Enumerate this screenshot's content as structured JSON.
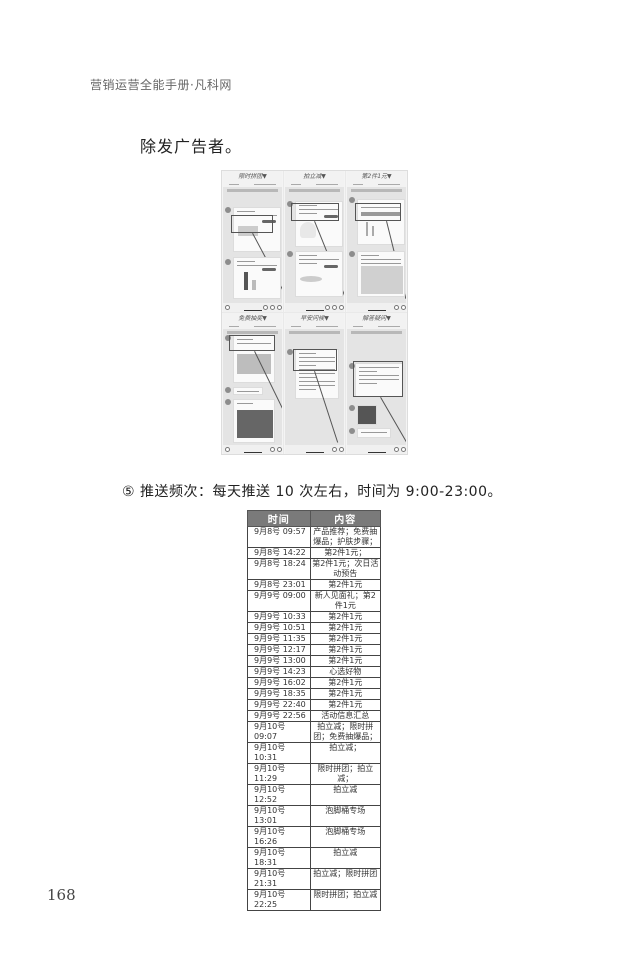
{
  "header": {
    "running_title": "营销运营全能手册·凡科网"
  },
  "body": {
    "paragraph_tail": "除发广告者。",
    "item": "⑤ 推送频次：每天推送 10 次左右，时间为 9:00-23:00。"
  },
  "figure": {
    "panels": [
      {
        "title": "限时拼团▼"
      },
      {
        "title": "拍立减▼"
      },
      {
        "title": "第2件1元▼"
      },
      {
        "title": "免费抽奖▼"
      },
      {
        "title": "早安问候▼"
      },
      {
        "title": "解答疑问▼"
      }
    ]
  },
  "schedule_table": {
    "headers": [
      "时间",
      "内容"
    ],
    "rows": [
      {
        "time": "9月8号 09:57",
        "content": "产品推荐；免费抽爆品；护肤步骤；"
      },
      {
        "time": "9月8号 14:22",
        "content": "第2件1元；"
      },
      {
        "time": "9月8号 18:24",
        "content": "第2件1元；次日活动预告"
      },
      {
        "time": "9月8号 23:01",
        "content": "第2件1元"
      },
      {
        "time": "9月9号 09:00",
        "content": "新人见面礼；第2件1元"
      },
      {
        "time": "9月9号 10:33",
        "content": "第2件1元"
      },
      {
        "time": "9月9号 10:51",
        "content": "第2件1元"
      },
      {
        "time": "9月9号 11:35",
        "content": "第2件1元"
      },
      {
        "time": "9月9号 12:17",
        "content": "第2件1元"
      },
      {
        "time": "9月9号 13:00",
        "content": "第2件1元"
      },
      {
        "time": "9月9号 14:23",
        "content": "心选好物"
      },
      {
        "time": "9月9号 16:02",
        "content": "第2件1元"
      },
      {
        "time": "9月9号 18:35",
        "content": "第2件1元"
      },
      {
        "time": "9月9号 22:40",
        "content": "第2件1元"
      },
      {
        "time": "9月9号 22:56",
        "content": "活动信息汇总"
      },
      {
        "time": "9月10号 09:07",
        "content": "拍立减；限时拼团；免费抽爆品；"
      },
      {
        "time": "9月10号 10:31",
        "content": "拍立减；"
      },
      {
        "time": "9月10号 11:29",
        "content": "限时拼团；拍立减；"
      },
      {
        "time": "9月10号 12:52",
        "content": "拍立减"
      },
      {
        "time": "9月10号 13:01",
        "content": "泡脚桶专场"
      },
      {
        "time": "9月10号 16:26",
        "content": "泡脚桶专场"
      },
      {
        "time": "9月10号 18:31",
        "content": "拍立减"
      },
      {
        "time": "9月10号 21:31",
        "content": "拍立减；限时拼团"
      },
      {
        "time": "9月10号 22:25",
        "content": "限时拼团；拍立减"
      }
    ]
  },
  "footer": {
    "page_number": "168"
  }
}
